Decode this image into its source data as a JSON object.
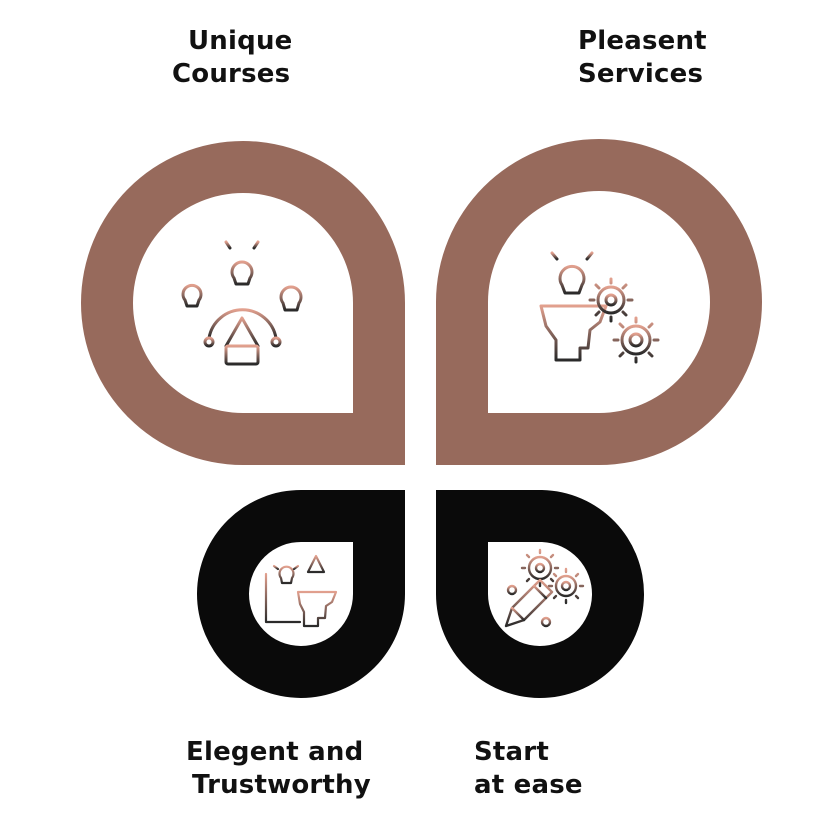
{
  "colors": {
    "brown": "#976a5c",
    "black": "#0a0a0a",
    "icon_peach": "#e2a08e",
    "icon_dark": "#2a2a2a"
  },
  "petals": [
    {
      "label_lines": [
        "Unique",
        "Courses"
      ],
      "icon": "ideas-pencil-icon",
      "color": "brown"
    },
    {
      "label_lines": [
        "Pleasent",
        "Services"
      ],
      "icon": "head-gears-bulb-icon",
      "color": "brown"
    },
    {
      "label_lines": [
        "Elegent and",
        "Trustworthy"
      ],
      "icon": "head-pencil-notes-icon",
      "color": "black"
    },
    {
      "label_lines": [
        "Start",
        "at ease"
      ],
      "icon": "pencil-gears-icon",
      "color": "black"
    }
  ]
}
